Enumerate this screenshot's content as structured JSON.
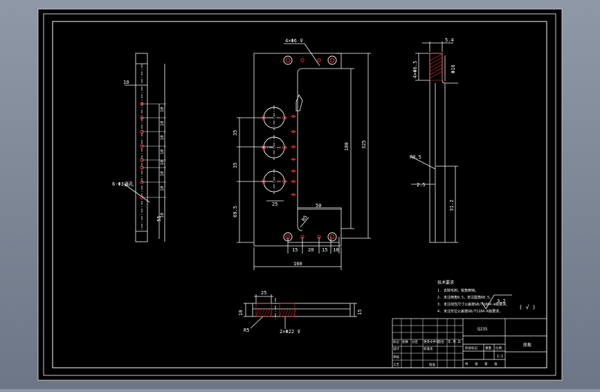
{
  "colors": {
    "background_outer": "#7d8796",
    "paper": "#000000",
    "line": "#ffffff",
    "hole_mark": "#ff3030",
    "frame": "#ffffff"
  },
  "front_view": {
    "hole_callout_top": "4×Φ6 ⊽",
    "dims": {
      "total_height": "325",
      "inner_height": "180",
      "width": "160",
      "slot_width": "50",
      "pitch_a": "35",
      "pitch_b": "35",
      "circle_d": "25",
      "bottom_offset": "69.5",
      "b1": "15",
      "b2": "20",
      "b3": "15",
      "b4": "10",
      "radius_note": "R5"
    }
  },
  "side_view": {
    "top_dim": "10",
    "hole_note": "6-Φ3通孔",
    "spacings": [
      "10",
      "10",
      "10",
      "10",
      "10",
      "10",
      "10",
      "10"
    ],
    "bottom_dim": "55"
  },
  "right_view": {
    "top_dim": "5.4",
    "depth_note": "4×Φ6.5",
    "depth2": "Φ16",
    "angle_note": "R0.5",
    "offset": "2.5",
    "length": "31.2"
  },
  "bottom_view": {
    "width_dim": "25",
    "left_dim": "10",
    "right_dim": "15",
    "note_left": "R5",
    "hole_note": "2×Φ22 ⊽"
  },
  "roughness": {
    "symbol_value": "3.2",
    "paren": "( √ )"
  },
  "tech_notes": {
    "title": "技术要求",
    "lines": [
      "1. 去除毛刺，锐角倒钝。",
      "2. 未注倒角0.5，未注圆角R0.5。",
      "3. 未注线性尺寸公差按GB/T1804-m级要求。",
      "4. 未注形位公差按GB/T1184-K级要求。"
    ]
  },
  "title_block": {
    "material": "Q235",
    "part_name": "底板",
    "scale": "1:1",
    "labels": [
      "标记",
      "处数",
      "分区",
      "更改文件号",
      "签名",
      "年.月.日"
    ],
    "row2": [
      "设计",
      "",
      "",
      "标准化"
    ],
    "row3": [
      "审核"
    ],
    "row4": [
      "工艺",
      "",
      "",
      "批准"
    ],
    "stage_labels": [
      "阶段标记",
      "重量",
      "比例"
    ],
    "sheet": [
      "共",
      "张",
      "第",
      "张"
    ]
  }
}
